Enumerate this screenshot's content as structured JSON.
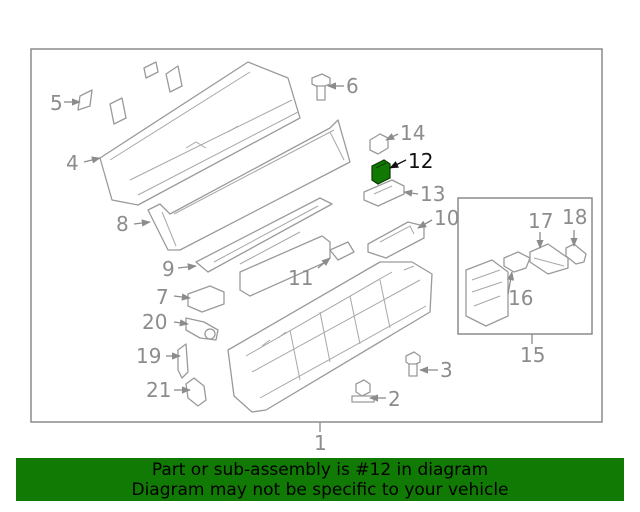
{
  "callouts": {
    "c1": "1",
    "c2": "2",
    "c3": "3",
    "c4": "4",
    "c5": "5",
    "c6": "6",
    "c7": "7",
    "c8": "8",
    "c9": "9",
    "c10": "10",
    "c11": "11",
    "c12": "12",
    "c13": "13",
    "c14": "14",
    "c15": "15",
    "c16": "16",
    "c17": "17",
    "c18": "18",
    "c19": "19",
    "c20": "20",
    "c21": "21"
  },
  "highlight": {
    "part": "12",
    "color": "#117a04"
  },
  "banner": {
    "line1": "Part or sub-assembly is #12 in diagram",
    "line2": "Diagram may not be specific to your vehicle",
    "background": "#117a04"
  }
}
